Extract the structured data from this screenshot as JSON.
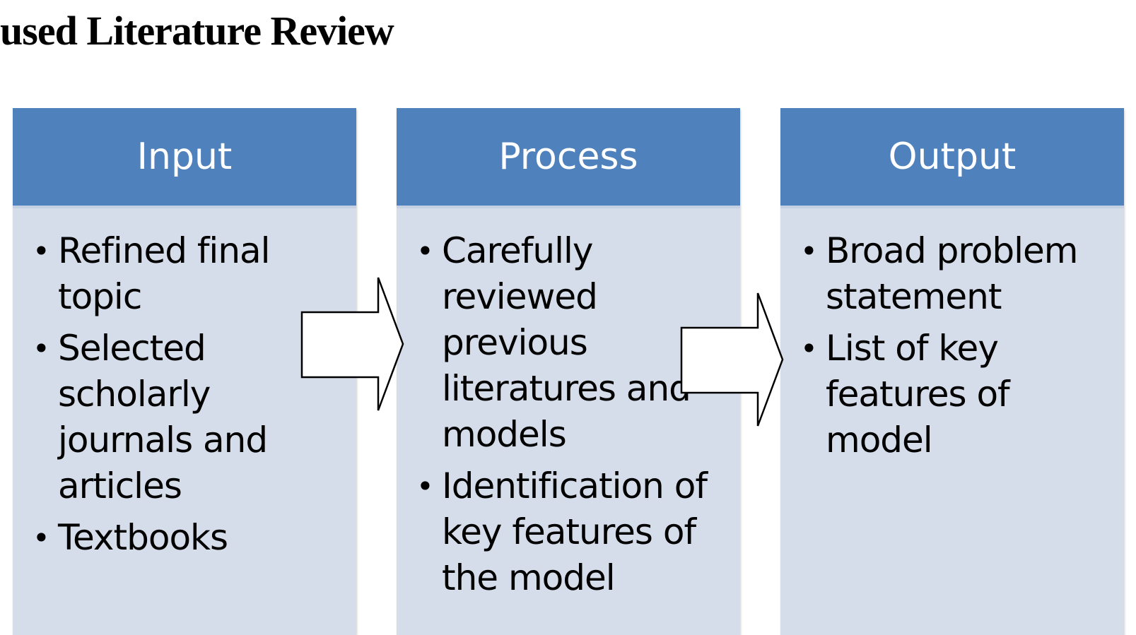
{
  "title": "used Literature Review",
  "columns": [
    {
      "header": "Input",
      "items": [
        "Refined final topic",
        "Selected scholarly journals and articles",
        "Textbooks"
      ]
    },
    {
      "header": "Process",
      "items": [
        "Carefully reviewed previous literatures and models",
        "Identification of key features of the model"
      ]
    },
    {
      "header": "Output",
      "items": [
        "Broad problem statement",
        "List of key features of model"
      ]
    }
  ],
  "colors": {
    "header_bg": "#4f81bd",
    "body_bg": "#d5dcea",
    "header_text": "#ffffff"
  }
}
